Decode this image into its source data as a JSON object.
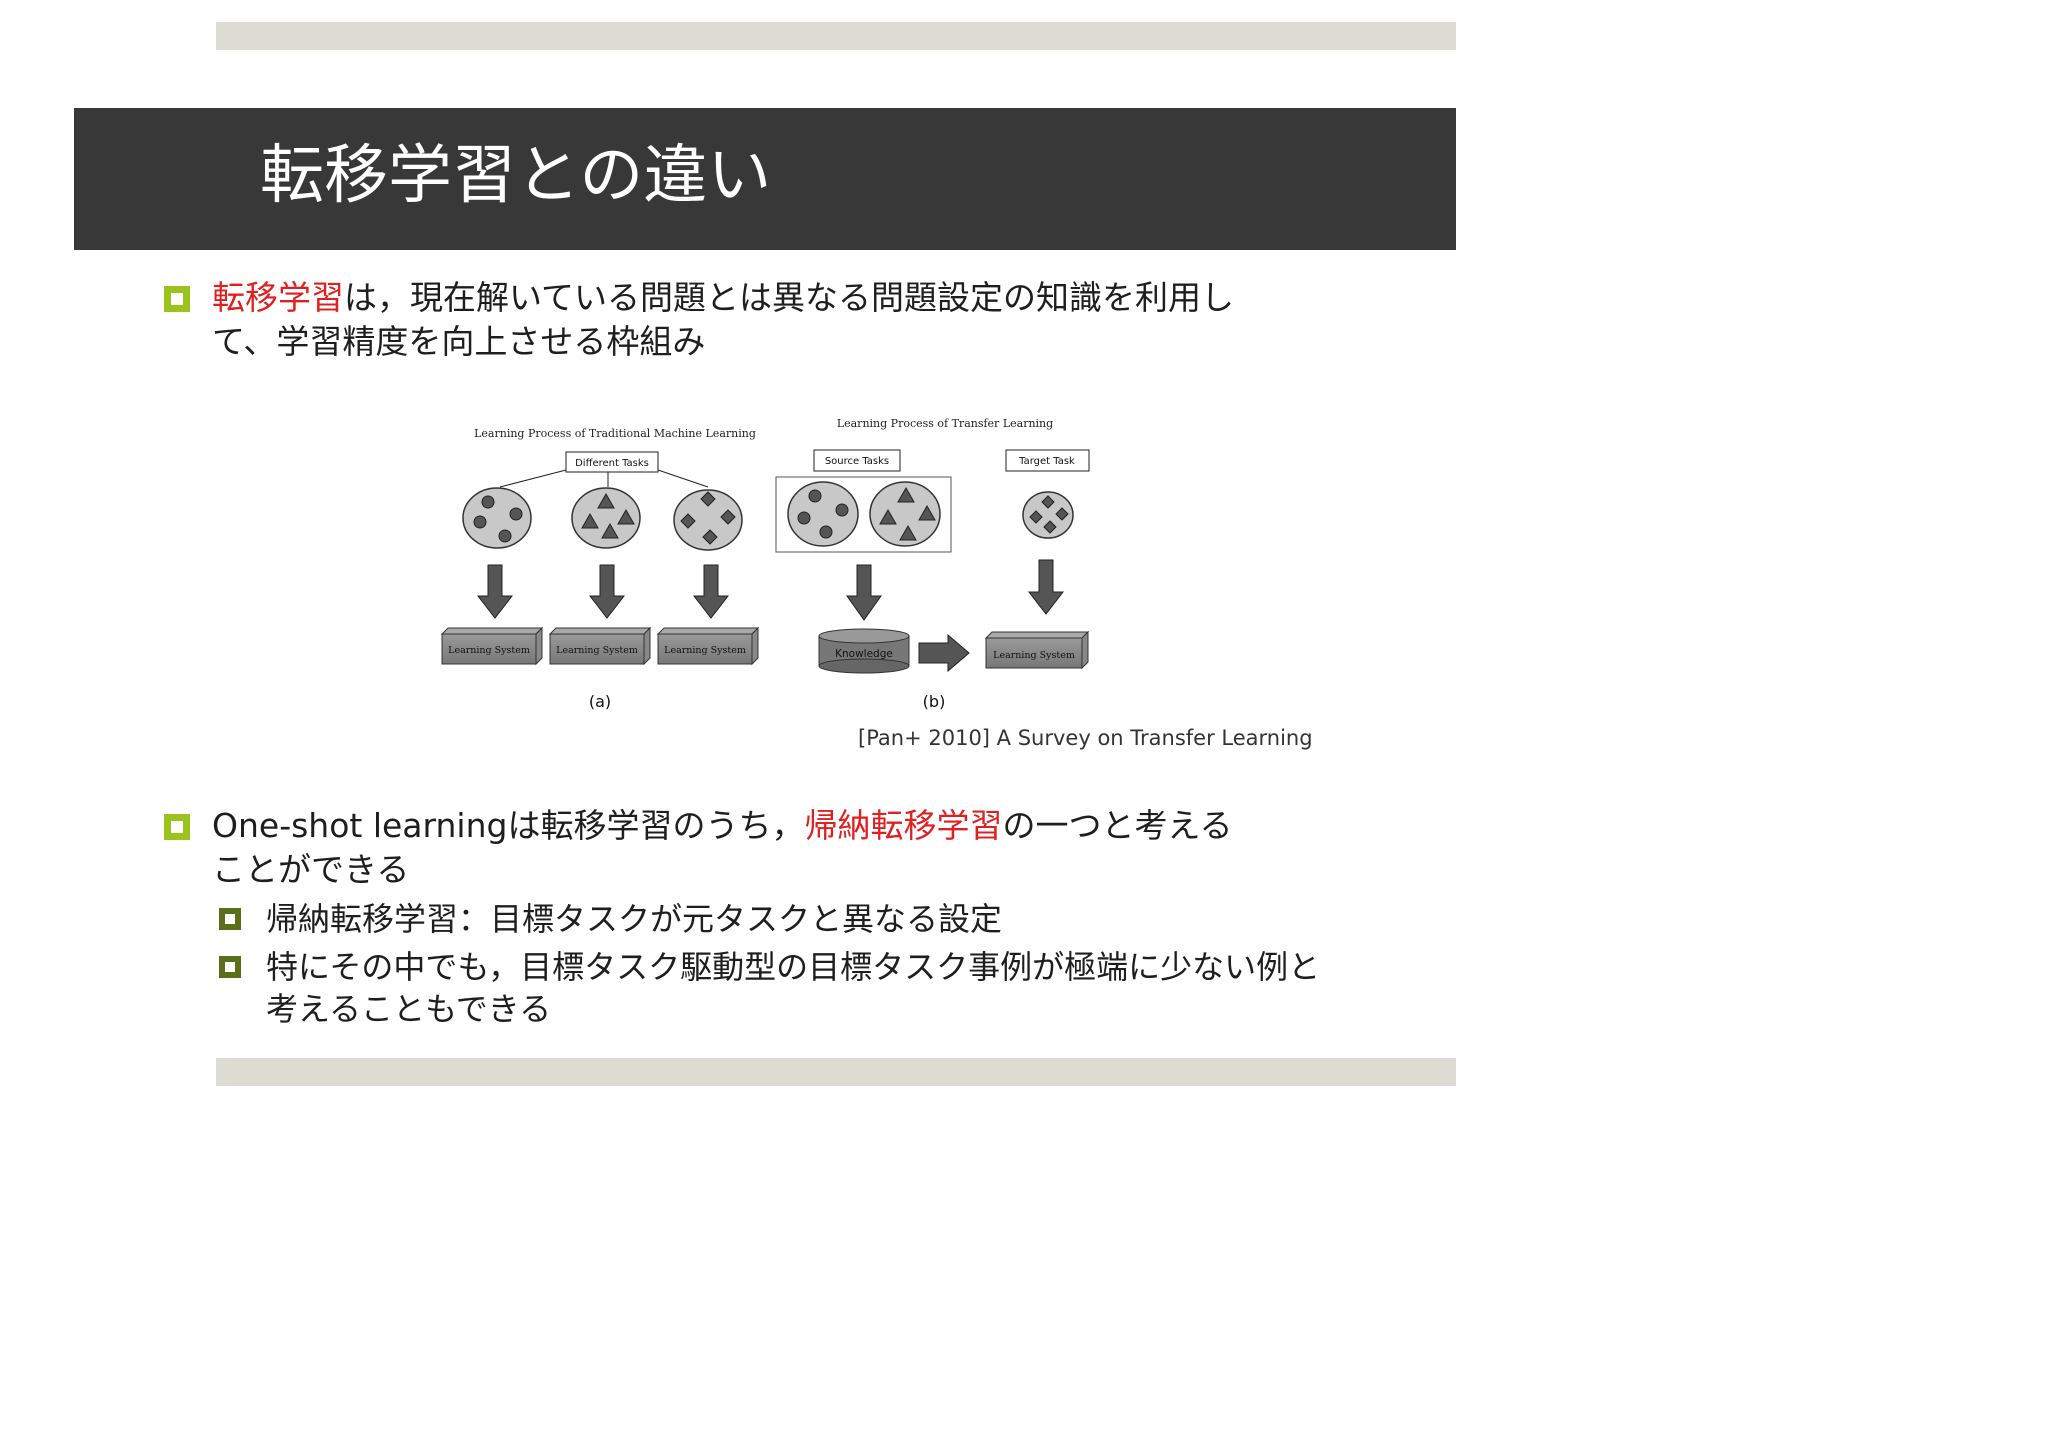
{
  "slide": {
    "title": "転移学習との違い",
    "bullet1": {
      "highlight": "転移学習",
      "text_line1": "は，現在解いている問題とは異なる問題設定の知識を利用し",
      "text_line2": "て、学習精度を向上させる枠組み"
    },
    "bullet2": {
      "prefix": "One-shot learningは転移学習のうち，",
      "highlight": "帰納転移学習",
      "suffix_line1": "の一つと考える",
      "text_line2": "ことができる"
    },
    "sub_bullets": [
      {
        "text": "帰納転移学習：目標タスクが元タスクと異なる設定"
      },
      {
        "text_line1": "特にその中でも，目標タスク駆動型の目標タスク事例が極端に少ない例と",
        "text_line2": "考えることもできる"
      }
    ],
    "citation": "[Pan+ 2010] A Survey on Transfer Learning"
  },
  "figure": {
    "panel_a": {
      "title": "Learning Process of Traditional Machine Learning",
      "top_box": "Different Tasks",
      "system_label": "Learning System",
      "caption": "(a)"
    },
    "panel_b": {
      "title": "Learning Process of Transfer Learning",
      "source_box": "Source Tasks",
      "target_box": "Target Task",
      "knowledge_label": "Knowledge",
      "system_label": "Learning System",
      "caption": "(b)"
    }
  },
  "colors": {
    "title_bar": "#383838",
    "accent_red": "#e02020",
    "bullet_green": "#9ac31c",
    "sub_bullet_green": "#5b6e1a",
    "band_gray": "#dcdcd2"
  }
}
